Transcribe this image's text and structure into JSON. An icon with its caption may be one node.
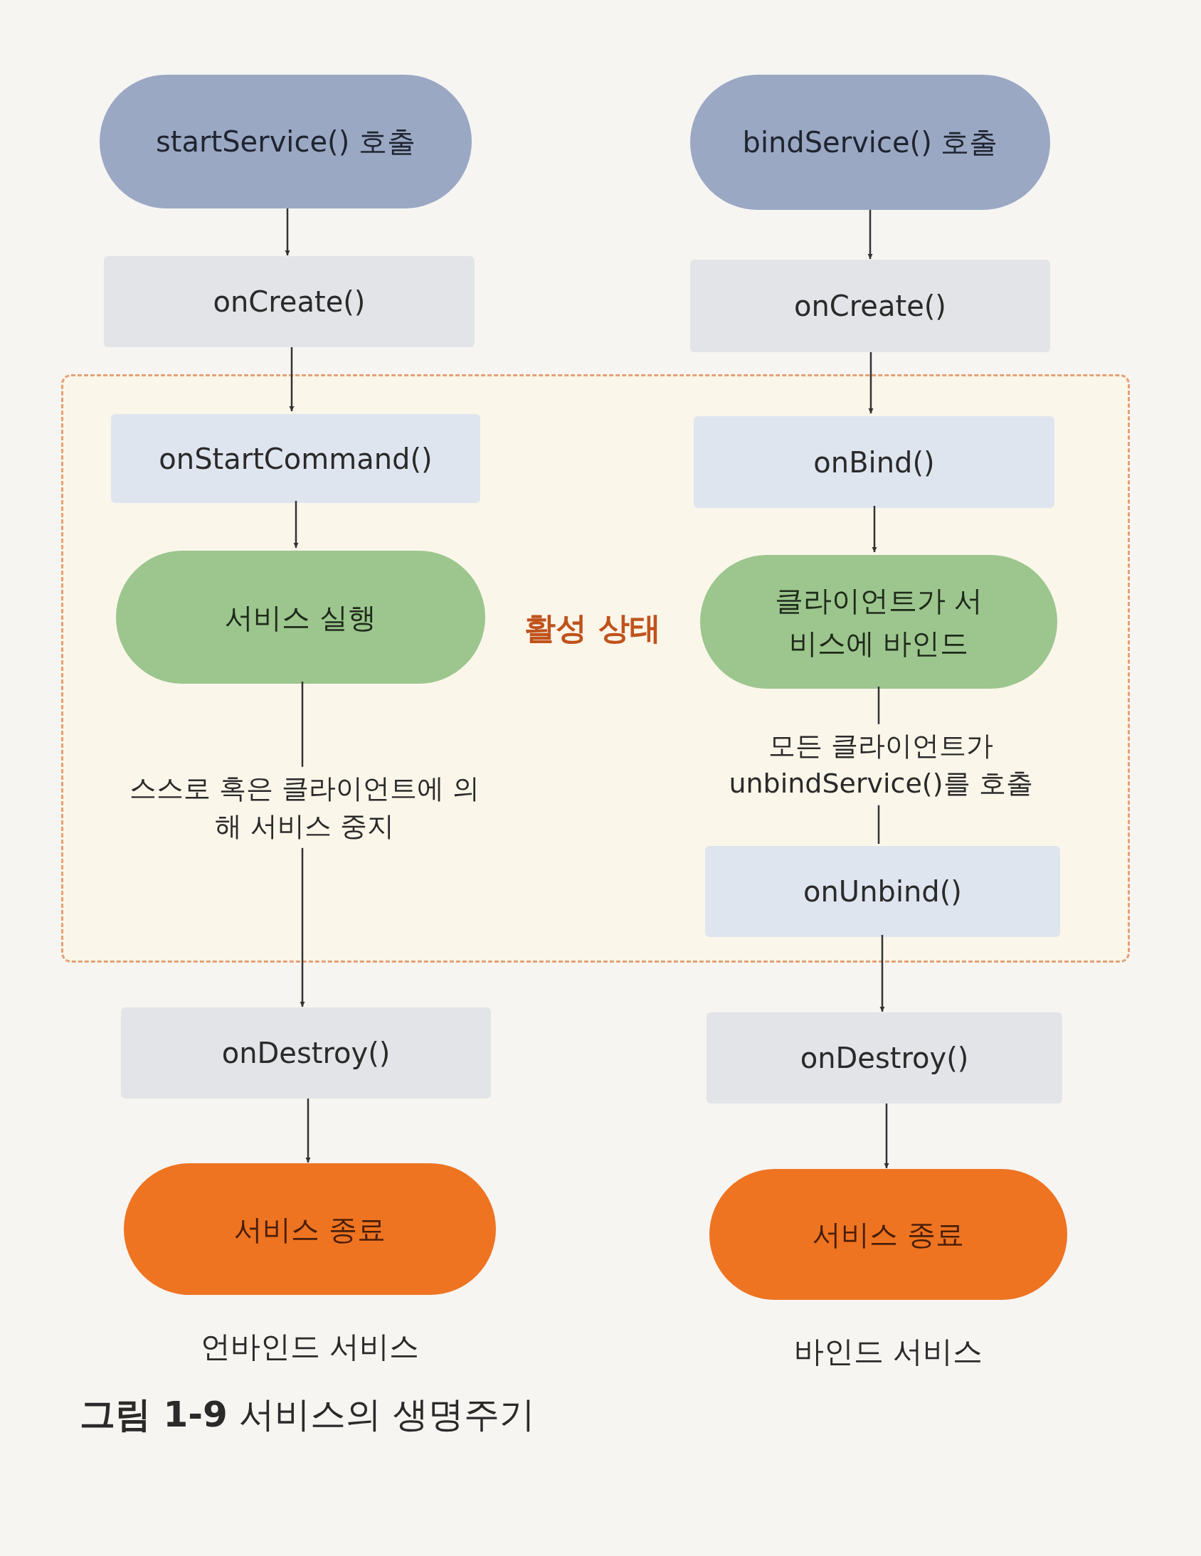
{
  "diagram": {
    "caption": "**그림 1-9** 서비스의 생명주기",
    "nodes": [
      {
        "text": [
          "startService() 호출"
        ]
      },
      {
        "text": [
          "bindService() 호출"
        ]
      },
      {
        "text": [
          "onCreate()"
        ]
      },
      {
        "text": [
          "onCreate()"
        ]
      },
      {
        "text": [
          "활성 상태"
        ]
      },
      {
        "text": [
          "onStartCommand()"
        ],
        "in": 4
      },
      {
        "text": [
          "onBind()"
        ],
        "in": 4
      },
      {
        "text": [
          "서비스 실행"
        ],
        "in": 4
      },
      {
        "text": [
          "클라이언트가 서비스에 바인드"
        ],
        "in": 4
      },
      {
        "text": [
          "onUnbind()"
        ],
        "in": 4
      },
      {
        "text": [
          "onDestroy()"
        ]
      },
      {
        "text": [
          "onDestroy()"
        ]
      },
      {
        "text": [
          "서비스 종료"
        ],
        "beside": [
          "언바인드 서비스"
        ]
      },
      {
        "text": [
          "서비스 종료"
        ],
        "beside": [
          "바인드 서비스"
        ]
      }
    ],
    "edges": [
      {
        "from": 0,
        "to": 2,
        "arrow": "to"
      },
      {
        "from": 1,
        "to": 3,
        "arrow": "to"
      },
      {
        "from": 2,
        "to": 5,
        "arrow": "to"
      },
      {
        "from": 3,
        "to": 6,
        "arrow": "to"
      },
      {
        "from": 5,
        "to": 7,
        "arrow": "to"
      },
      {
        "from": 6,
        "to": 8,
        "arrow": "to"
      },
      {
        "from": 7,
        "to": 10,
        "arrow": "to",
        "label": "스스로 혹은 클라이언트에 의해 서비스 중지"
      },
      {
        "from": 8,
        "to": 9,
        "arrow": "none",
        "label": "모든 클라이언트가 unbindService()를 호출"
      },
      {
        "from": 9,
        "to": 11,
        "arrow": "to"
      },
      {
        "from": 10,
        "to": 12,
        "arrow": "to"
      },
      {
        "from": 11,
        "to": 13,
        "arrow": "to"
      }
    ]
  }
}
